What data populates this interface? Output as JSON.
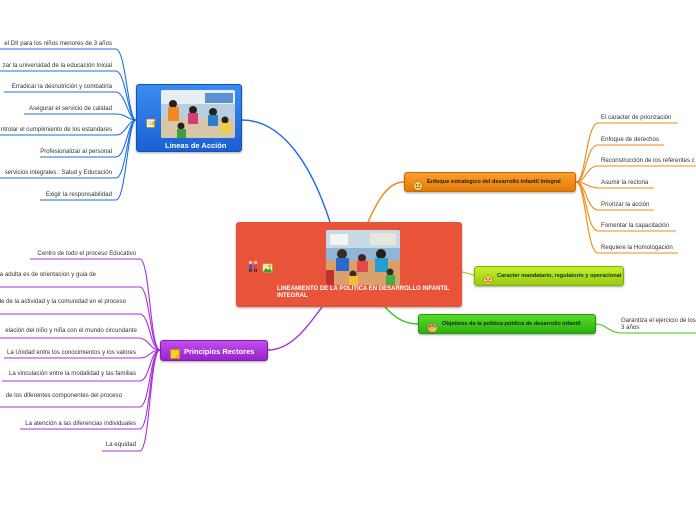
{
  "central": {
    "title": "LINEAMIENTO DE LA POLITICA EN DESARROLLO INFANTIL INTEGRAL",
    "color": "#e8543a"
  },
  "lineas": {
    "label": "Lineas de Acción",
    "color": "#1e6fe0",
    "items": [
      "el DII para los niños menores de 3 años",
      "zar la universidad de la educación Inicial",
      "Erradicar la desnutrición y combatirla",
      "Asegurar el servicio de calidad",
      "ntrolar el cumplimiento de los estandares",
      "Profesionalizar al personal",
      "servicios integrales : Salud y Educación",
      "Exigir  la responsabilidad"
    ]
  },
  "principios": {
    "label": "Principios Rectores",
    "color": "#a830d8",
    "items": [
      "Centro de todo el proceso Educativo",
      "a persona adulta es de orientacion y guia de",
      "de de la actividad y la comunidad en el proceso",
      "elación del niño y niña con el mundo circundante",
      "La Unidad entre los conocimientos y los valores",
      "La vinculación entre la modalidad y las familias",
      "de los diferentes componentes del proceso",
      "La atención a las diferencias individuales",
      "La equidad"
    ]
  },
  "enfoque": {
    "label": "Enfoque estrategico del desarrollo infantil integral",
    "color": "#f0880f",
    "items": [
      "El caracter de priorización",
      "Enfoque de derechos",
      "Reconstrucción de los referentes c",
      "Asumir la rectoria",
      "Priorizar la acción",
      "Fomentar la capacitación",
      "Requiere la Homologación"
    ]
  },
  "caracter": {
    "label": "Caracter mandatario, regulatorio y operacional",
    "color": "#a8d818"
  },
  "objetivos": {
    "label": "Objetivos de la política pública de desarrollo infantil",
    "color": "#3ec41a",
    "items": [
      "Garantiza el ejercicio de los\n3 años"
    ]
  },
  "icons": {
    "central": "children-icon",
    "lineas": "notepad-icon",
    "principios": "note-icon",
    "enfoque": "face-icon",
    "caracter": "face-icon",
    "objetivos": "palette-icon"
  }
}
